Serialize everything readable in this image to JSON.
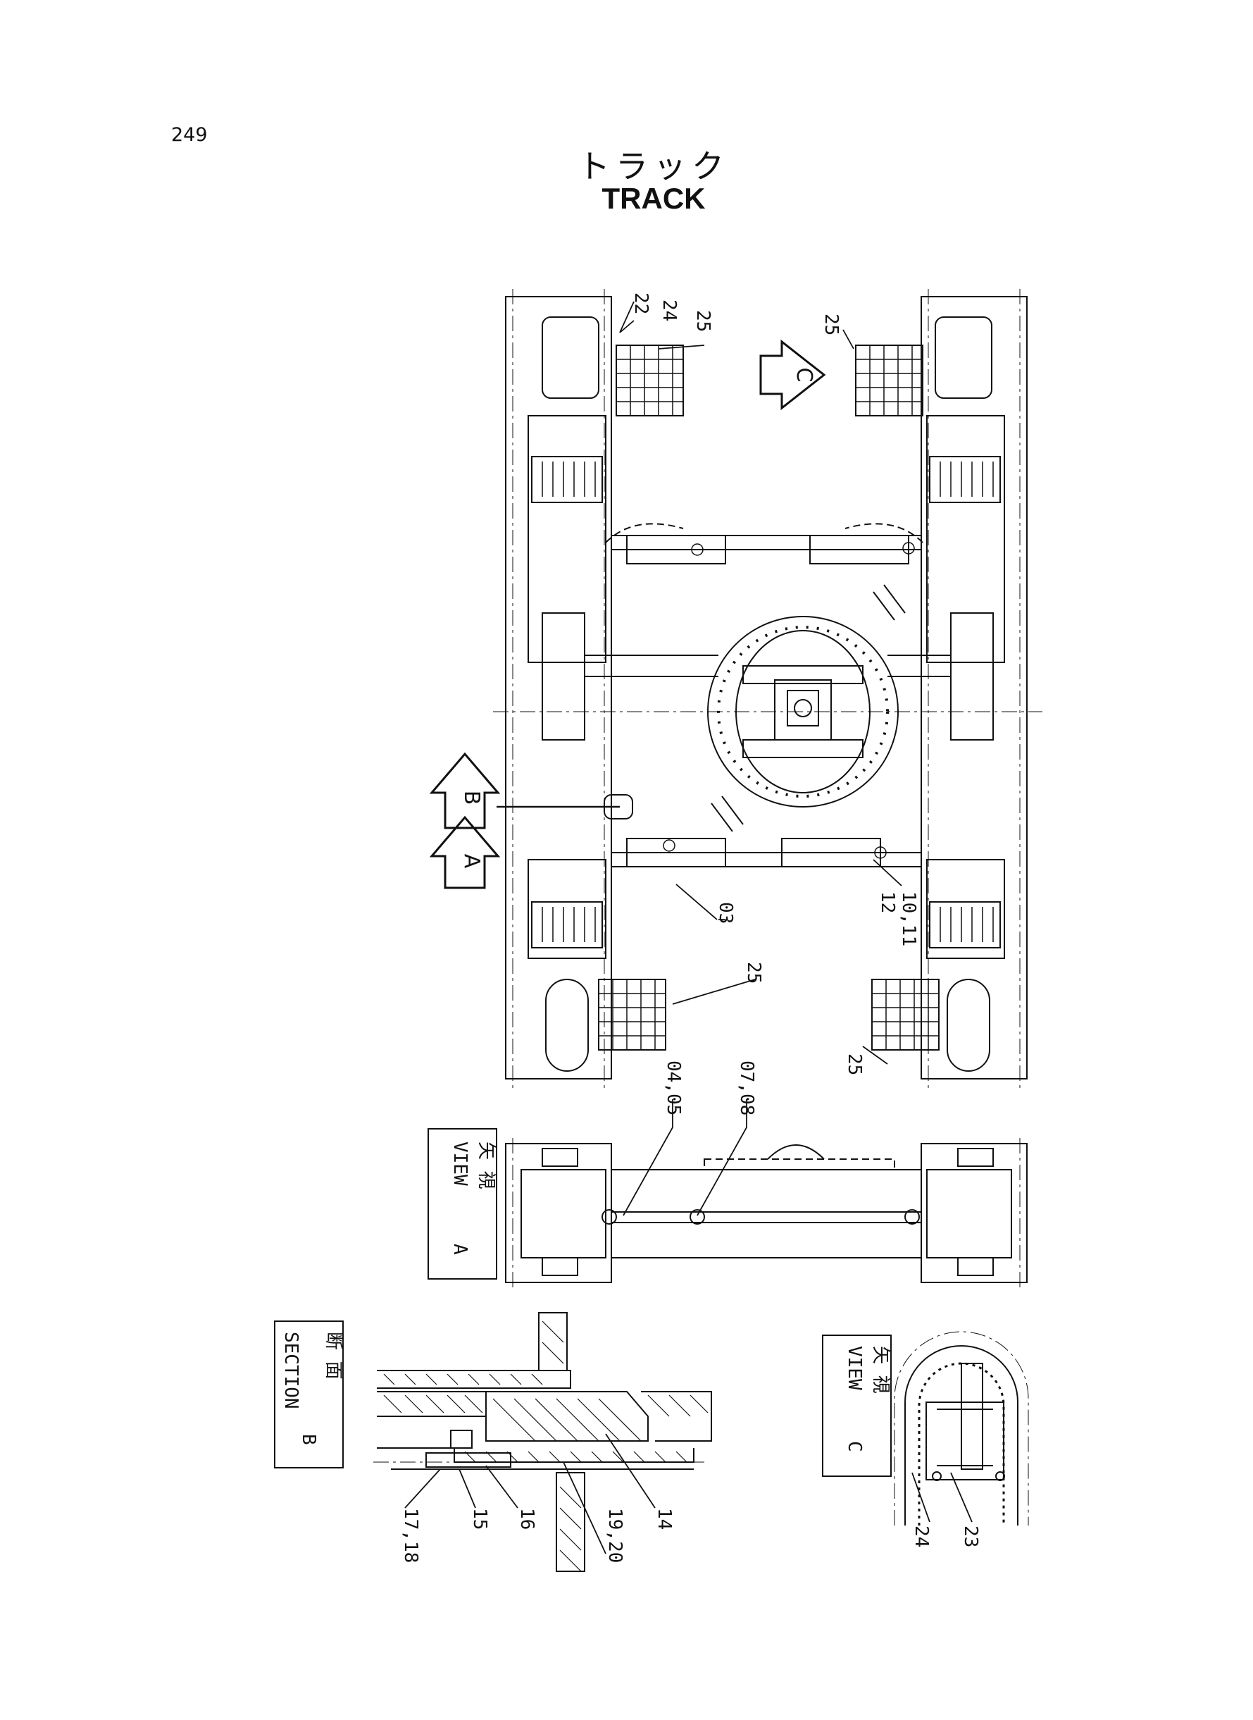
{
  "page_number": "249",
  "title_jp": "トラック",
  "title_en": "TRACK",
  "view_markers": {
    "a": "A",
    "b": "B",
    "c": "C"
  },
  "views": {
    "view_a": {
      "jp": "矢 視",
      "en": "VIEW",
      "letter": "A"
    },
    "view_c": {
      "jp": "矢 視",
      "en": "VIEW",
      "letter": "C"
    },
    "section_b": {
      "jp": "断 面",
      "en": "SECTION",
      "letter": "B"
    }
  },
  "callouts": {
    "c22": "22",
    "c24_top": "24",
    "c25_top_left": "25",
    "c25_top_right": "25",
    "c25_bottom_left": "25",
    "c25_bottom_right": "25",
    "c03": "03",
    "c10_11": "10,11",
    "c12": "12",
    "c04_05": "04,05",
    "c07_08": "07,08",
    "c24_view_c": "24",
    "c23": "23",
    "c14": "14",
    "c19_20": "19,20",
    "c16": "16",
    "c15": "15",
    "c17_18": "17,18"
  }
}
